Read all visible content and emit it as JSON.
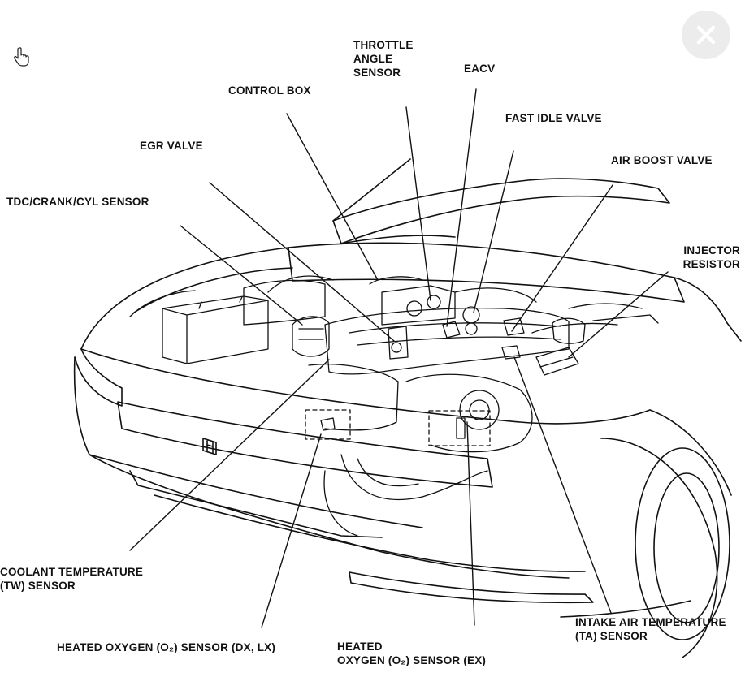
{
  "close_icon": "close-icon",
  "cursor_icon": "hand-pointer-icon",
  "colors": {
    "line": "#111111",
    "close_bg": "#ececec",
    "close_x": "#ffffff"
  },
  "labels": {
    "throttle_angle_sensor": "THROTTLE\nANGLE\nSENSOR",
    "eacv": "EACV",
    "control_box": "CONTROL BOX",
    "fast_idle_valve": "FAST IDLE VALVE",
    "egr_valve": "EGR VALVE",
    "air_boost_valve": "AIR BOOST VALVE",
    "tdc_crank_cyl_sensor": "TDC/CRANK/CYL SENSOR",
    "injector_resistor": "INJECTOR\nRESISTOR",
    "coolant_temperature_sensor": "COOLANT TEMPERATURE\n(TW) SENSOR",
    "intake_air_temperature_sensor": "INTAKE AIR TEMPERATURE\n(TA) SENSOR",
    "heated_oxygen_sensor_dx_lx": "HEATED OXYGEN (O₂) SENSOR (DX, LX)",
    "heated_oxygen_sensor_ex": "HEATED\nOXYGEN (O₂) SENSOR (EX)"
  }
}
